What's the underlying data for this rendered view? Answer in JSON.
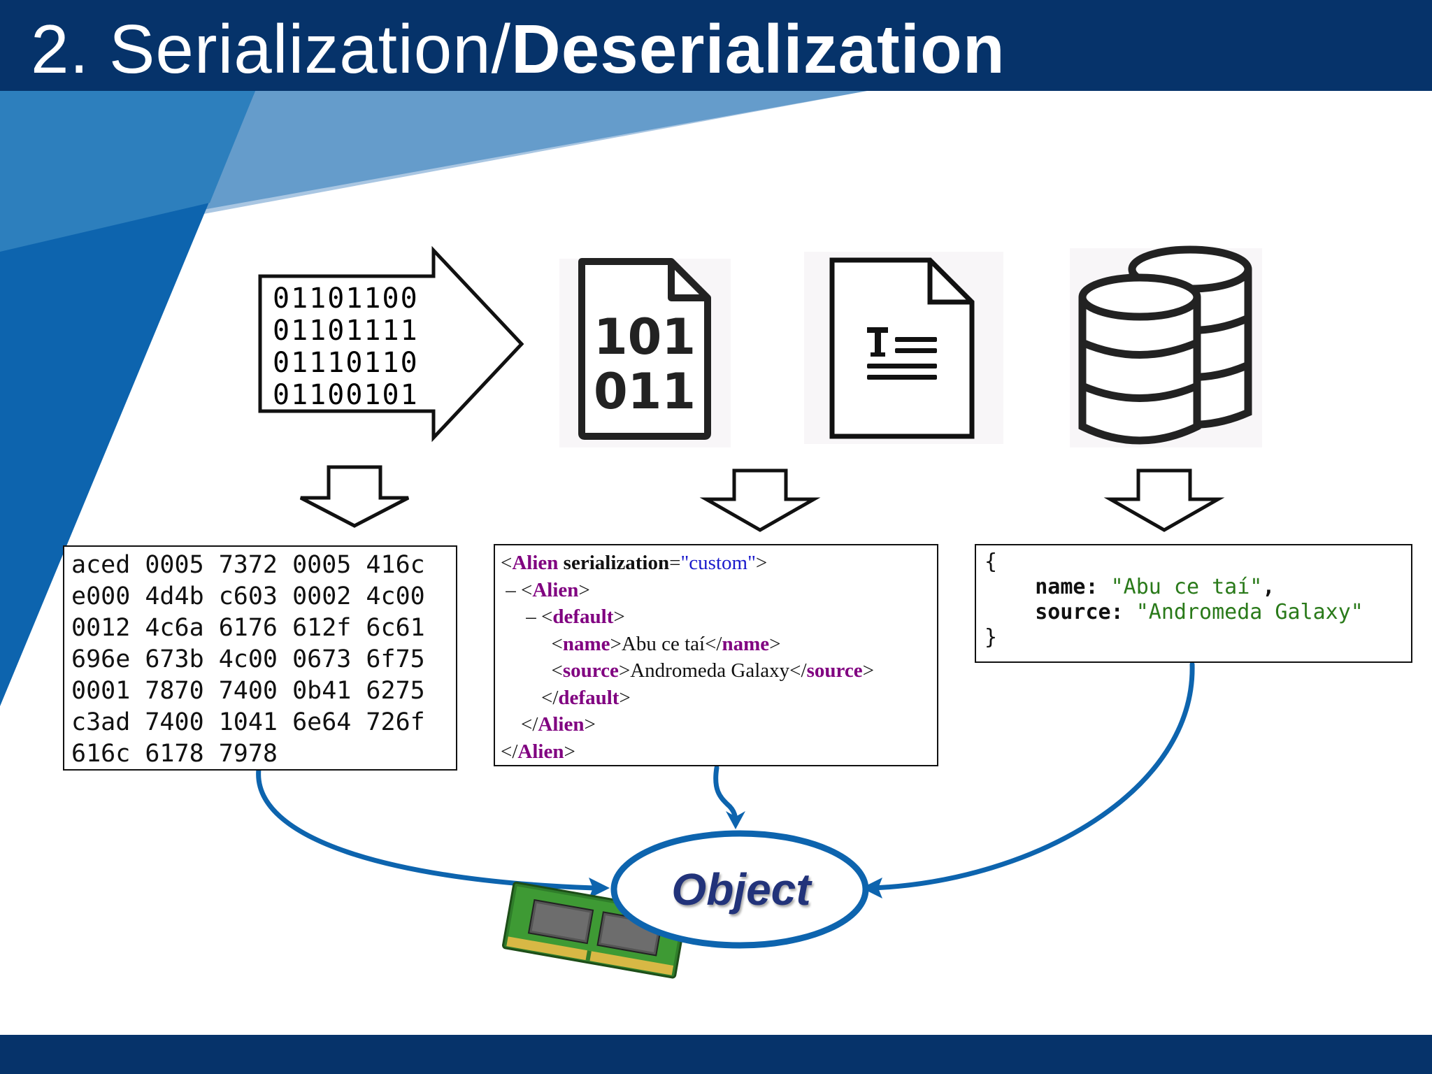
{
  "slide": {
    "title_number": "2. ",
    "title_regular": "Serialization/",
    "title_bold": "Deserialization"
  },
  "binary": {
    "lines": [
      "01101100",
      "01101111",
      "01110110",
      "01100101"
    ]
  },
  "binary_file_icon": {
    "lines": [
      "101",
      "011"
    ]
  },
  "hex_dump": {
    "lines": [
      "aced 0005 7372 0005 416c",
      "e000 4d4b c603 0002 4c00",
      "0012 4c6a 6176 612f 6c61",
      "696e 673b 4c00 0673 6f75",
      "0001 7870 7400 0b41 6275",
      "c3ad 7400 1041 6e64 726f",
      "616c 6178 7978"
    ]
  },
  "xml": {
    "root_tag": "Alien",
    "attr_name": "serialization",
    "attr_value": "\"custom\"",
    "alien_tag": "Alien",
    "default_tag": "default",
    "name_tag": "name",
    "name_value": "Abu ce taí",
    "source_tag": "source",
    "source_value": "Andromeda Galaxy",
    "collapse_marker": "–"
  },
  "json": {
    "open_brace": "{",
    "name_key": "name:",
    "name_value": "\"Abu ce taí\"",
    "comma": ",",
    "source_key": "source:",
    "source_value": "\"Andromeda Galaxy\"",
    "close_brace": "}"
  },
  "object": {
    "label": "Object"
  },
  "colors": {
    "title_bar": "#06336a",
    "accent_blue": "#0d64ae",
    "light_blue": "#a9c6e2",
    "xml_tag": "#800080",
    "xml_value": "#1a1acc",
    "json_string": "#2a7a1a",
    "object_text": "#22337a"
  },
  "icons": [
    "binary-arrow-icon",
    "binary-file-icon",
    "text-document-icon",
    "database-icon",
    "ram-module-icon"
  ]
}
